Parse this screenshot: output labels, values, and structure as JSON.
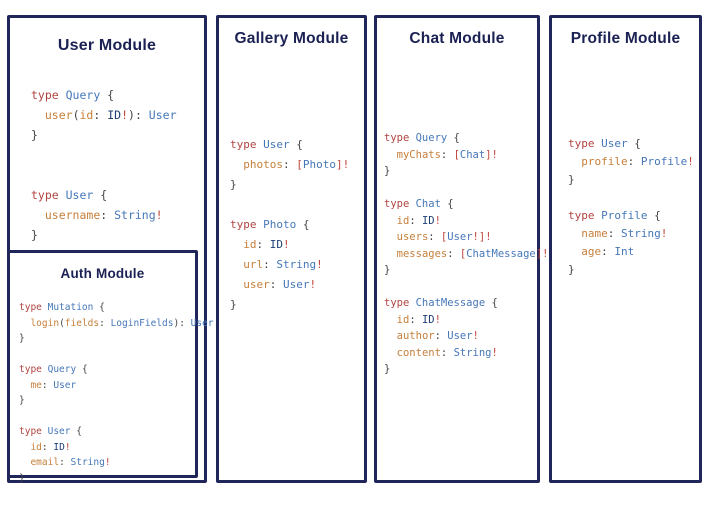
{
  "diagram": {
    "colors": {
      "border": "#20255a",
      "heading": "#1b2153",
      "keyword": "#b04540",
      "type_name": "#4577b8",
      "scalar_id": "#1e3e75",
      "field_name": "#c67f3b",
      "punctuation": "#444444",
      "bracket_bang": "#c0453c",
      "background": "#ffffff"
    },
    "panels": [
      {
        "id": "user",
        "title": "User Module",
        "code": [
          [
            [
              "kw",
              "type "
            ],
            [
              "ty",
              "Query "
            ],
            [
              "pu",
              "{"
            ]
          ],
          [
            [
              "pu",
              "  "
            ],
            [
              "fl",
              "user"
            ],
            [
              "pu",
              "("
            ],
            [
              "fl",
              "id"
            ],
            [
              "pu",
              ": "
            ],
            [
              "id",
              "ID"
            ],
            [
              "bg",
              "!"
            ],
            [
              "pu",
              "): "
            ],
            [
              "ty",
              "User"
            ]
          ],
          [
            [
              "pu",
              "}"
            ]
          ],
          [],
          [],
          [
            [
              "kw",
              "type "
            ],
            [
              "ty",
              "User "
            ],
            [
              "pu",
              "{"
            ]
          ],
          [
            [
              "pu",
              "  "
            ],
            [
              "fl",
              "username"
            ],
            [
              "pu",
              ": "
            ],
            [
              "ty",
              "String"
            ],
            [
              "bg",
              "!"
            ]
          ],
          [
            [
              "pu",
              "}"
            ]
          ]
        ]
      },
      {
        "id": "gallery",
        "title": "Gallery Module",
        "code": [
          [
            [
              "kw",
              "type "
            ],
            [
              "ty",
              "User "
            ],
            [
              "pu",
              "{"
            ]
          ],
          [
            [
              "pu",
              "  "
            ],
            [
              "fl",
              "photos"
            ],
            [
              "pu",
              ": "
            ],
            [
              "bg",
              "["
            ],
            [
              "ty",
              "Photo"
            ],
            [
              "bg",
              "]!"
            ]
          ],
          [
            [
              "pu",
              "}"
            ]
          ],
          [],
          [
            [
              "kw",
              "type "
            ],
            [
              "ty",
              "Photo "
            ],
            [
              "pu",
              "{"
            ]
          ],
          [
            [
              "pu",
              "  "
            ],
            [
              "fl",
              "id"
            ],
            [
              "pu",
              ": "
            ],
            [
              "id",
              "ID"
            ],
            [
              "bg",
              "!"
            ]
          ],
          [
            [
              "pu",
              "  "
            ],
            [
              "fl",
              "url"
            ],
            [
              "pu",
              ": "
            ],
            [
              "ty",
              "String"
            ],
            [
              "bg",
              "!"
            ]
          ],
          [
            [
              "pu",
              "  "
            ],
            [
              "fl",
              "user"
            ],
            [
              "pu",
              ": "
            ],
            [
              "ty",
              "User"
            ],
            [
              "bg",
              "!"
            ]
          ],
          [
            [
              "pu",
              "}"
            ]
          ]
        ]
      },
      {
        "id": "chat",
        "title": "Chat Module",
        "code": [
          [
            [
              "kw",
              "type "
            ],
            [
              "ty",
              "Query "
            ],
            [
              "pu",
              "{"
            ]
          ],
          [
            [
              "pu",
              "  "
            ],
            [
              "fl",
              "myChats"
            ],
            [
              "pu",
              ": "
            ],
            [
              "bg",
              "["
            ],
            [
              "ty",
              "Chat"
            ],
            [
              "bg",
              "]!"
            ]
          ],
          [
            [
              "pu",
              "}"
            ]
          ],
          [],
          [
            [
              "kw",
              "type "
            ],
            [
              "ty",
              "Chat "
            ],
            [
              "pu",
              "{"
            ]
          ],
          [
            [
              "pu",
              "  "
            ],
            [
              "fl",
              "id"
            ],
            [
              "pu",
              ": "
            ],
            [
              "id",
              "ID"
            ],
            [
              "bg",
              "!"
            ]
          ],
          [
            [
              "pu",
              "  "
            ],
            [
              "fl",
              "users"
            ],
            [
              "pu",
              ": "
            ],
            [
              "bg",
              "["
            ],
            [
              "ty",
              "User"
            ],
            [
              "bg",
              "!]!"
            ]
          ],
          [
            [
              "pu",
              "  "
            ],
            [
              "fl",
              "messages"
            ],
            [
              "pu",
              ": "
            ],
            [
              "bg",
              "["
            ],
            [
              "ty",
              "ChatMessage"
            ],
            [
              "bg",
              "]!"
            ]
          ],
          [
            [
              "pu",
              "}"
            ]
          ],
          [],
          [
            [
              "kw",
              "type "
            ],
            [
              "ty",
              "ChatMessage "
            ],
            [
              "pu",
              "{"
            ]
          ],
          [
            [
              "pu",
              "  "
            ],
            [
              "fl",
              "id"
            ],
            [
              "pu",
              ": "
            ],
            [
              "id",
              "ID"
            ],
            [
              "bg",
              "!"
            ]
          ],
          [
            [
              "pu",
              "  "
            ],
            [
              "fl",
              "author"
            ],
            [
              "pu",
              ": "
            ],
            [
              "ty",
              "User"
            ],
            [
              "bg",
              "!"
            ]
          ],
          [
            [
              "pu",
              "  "
            ],
            [
              "fl",
              "content"
            ],
            [
              "pu",
              ": "
            ],
            [
              "ty",
              "String"
            ],
            [
              "bg",
              "!"
            ]
          ],
          [
            [
              "pu",
              "}"
            ]
          ]
        ]
      },
      {
        "id": "profile",
        "title": "Profile Module",
        "code": [
          [
            [
              "kw",
              "type "
            ],
            [
              "ty",
              "User "
            ],
            [
              "pu",
              "{"
            ]
          ],
          [
            [
              "pu",
              "  "
            ],
            [
              "fl",
              "profile"
            ],
            [
              "pu",
              ": "
            ],
            [
              "ty",
              "Profile"
            ],
            [
              "bg",
              "!"
            ]
          ],
          [
            [
              "pu",
              "}"
            ]
          ],
          [],
          [
            [
              "kw",
              "type "
            ],
            [
              "ty",
              "Profile "
            ],
            [
              "pu",
              "{"
            ]
          ],
          [
            [
              "pu",
              "  "
            ],
            [
              "fl",
              "name"
            ],
            [
              "pu",
              ": "
            ],
            [
              "ty",
              "String"
            ],
            [
              "bg",
              "!"
            ]
          ],
          [
            [
              "pu",
              "  "
            ],
            [
              "fl",
              "age"
            ],
            [
              "pu",
              ": "
            ],
            [
              "ty",
              "Int"
            ]
          ],
          [
            [
              "pu",
              "}"
            ]
          ]
        ]
      }
    ],
    "auth": {
      "title": "Auth Module",
      "code": [
        [
          [
            "kw",
            "type "
          ],
          [
            "ty",
            "Mutation "
          ],
          [
            "pu",
            "{"
          ]
        ],
        [
          [
            "pu",
            "  "
          ],
          [
            "fl",
            "login"
          ],
          [
            "pu",
            "("
          ],
          [
            "fl",
            "fields"
          ],
          [
            "pu",
            ": "
          ],
          [
            "ty",
            "LoginFields"
          ],
          [
            "pu",
            "): "
          ],
          [
            "ty",
            "User"
          ]
        ],
        [
          [
            "pu",
            "}"
          ]
        ],
        [],
        [
          [
            "kw",
            "type "
          ],
          [
            "ty",
            "Query "
          ],
          [
            "pu",
            "{"
          ]
        ],
        [
          [
            "pu",
            "  "
          ],
          [
            "fl",
            "me"
          ],
          [
            "pu",
            ": "
          ],
          [
            "ty",
            "User"
          ]
        ],
        [
          [
            "pu",
            "}"
          ]
        ],
        [],
        [
          [
            "kw",
            "type "
          ],
          [
            "ty",
            "User "
          ],
          [
            "pu",
            "{"
          ]
        ],
        [
          [
            "pu",
            "  "
          ],
          [
            "fl",
            "id"
          ],
          [
            "pu",
            ": "
          ],
          [
            "id",
            "ID"
          ],
          [
            "bg",
            "!"
          ]
        ],
        [
          [
            "pu",
            "  "
          ],
          [
            "fl",
            "email"
          ],
          [
            "pu",
            ": "
          ],
          [
            "ty",
            "String"
          ],
          [
            "bg",
            "!"
          ]
        ],
        [
          [
            "pu",
            "}"
          ]
        ]
      ]
    }
  }
}
